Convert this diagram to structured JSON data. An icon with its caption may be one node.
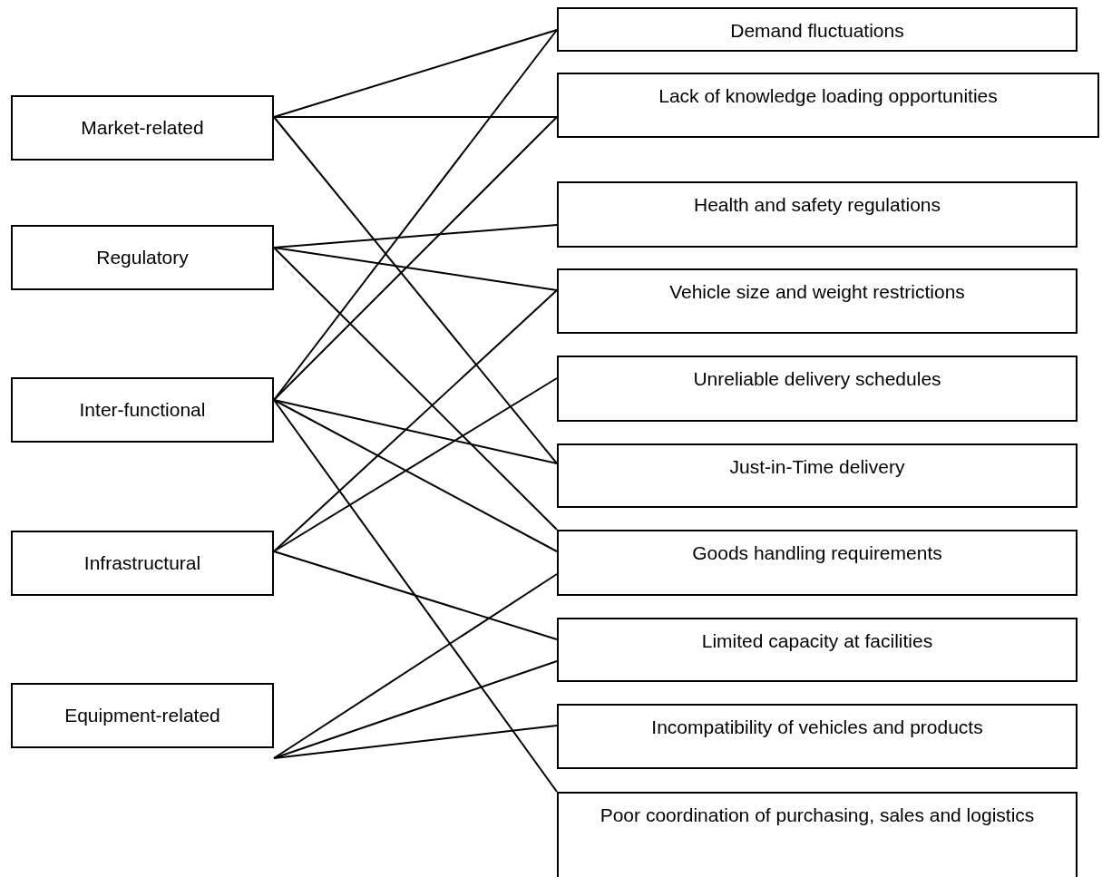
{
  "diagram": {
    "nodes": [
      {
        "text": [
          "Market-related"
        ]
      },
      {
        "text": [
          "Regulatory"
        ]
      },
      {
        "text": [
          "Inter-functional"
        ]
      },
      {
        "text": [
          "Infrastructural"
        ]
      },
      {
        "text": [
          "Equipment-related"
        ]
      },
      {
        "text": [
          "Demand fluctuations"
        ]
      },
      {
        "text": [
          "Lack of knowledge loading opportunities"
        ]
      },
      {
        "text": [
          "Health and safety regulations"
        ]
      },
      {
        "text": [
          "Vehicle size and weight restrictions"
        ]
      },
      {
        "text": [
          "Unreliable delivery schedules"
        ]
      },
      {
        "text": [
          "Just-in-Time delivery"
        ]
      },
      {
        "text": [
          "Goods handling requirements"
        ]
      },
      {
        "text": [
          "Limited capacity at facilities"
        ]
      },
      {
        "text": [
          "Incompatibility of vehicles and products"
        ]
      },
      {
        "text": [
          "Poor coordination of purchasing, sales and logistics"
        ]
      }
    ],
    "edges": [
      {
        "from": 0,
        "to": 5,
        "arrow": "none"
      },
      {
        "from": 0,
        "to": 6,
        "arrow": "none"
      },
      {
        "from": 0,
        "to": 10,
        "arrow": "none"
      },
      {
        "from": 1,
        "to": 7,
        "arrow": "none"
      },
      {
        "from": 1,
        "to": 8,
        "arrow": "none"
      },
      {
        "from": 1,
        "to": 11,
        "arrow": "none"
      },
      {
        "from": 2,
        "to": 5,
        "arrow": "none"
      },
      {
        "from": 2,
        "to": 6,
        "arrow": "none"
      },
      {
        "from": 2,
        "to": 10,
        "arrow": "none"
      },
      {
        "from": 2,
        "to": 11,
        "arrow": "none"
      },
      {
        "from": 2,
        "to": 14,
        "arrow": "none"
      },
      {
        "from": 3,
        "to": 8,
        "arrow": "none"
      },
      {
        "from": 3,
        "to": 9,
        "arrow": "none"
      },
      {
        "from": 3,
        "to": 12,
        "arrow": "none"
      },
      {
        "from": 4,
        "to": 11,
        "arrow": "none"
      },
      {
        "from": 4,
        "to": 12,
        "arrow": "none"
      },
      {
        "from": 4,
        "to": 13,
        "arrow": "none"
      }
    ]
  }
}
